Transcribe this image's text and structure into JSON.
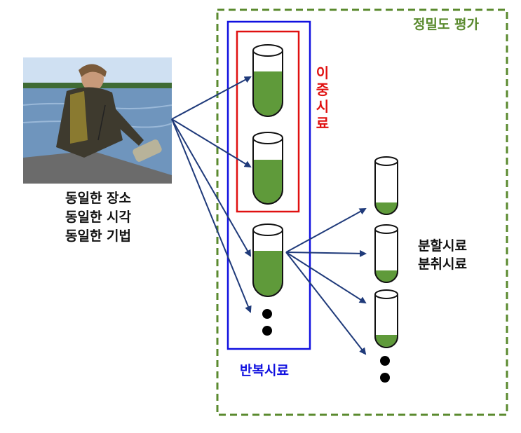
{
  "precision_label": "정밀도 평가",
  "duplicate_label": [
    "이",
    "중",
    "시",
    "료"
  ],
  "replicate_label": "반복시료",
  "split_label": [
    "분할시료",
    "분취시료"
  ],
  "photo_caption": [
    "동일한 장소",
    "동일한 시각",
    "동일한 기법"
  ],
  "colors": {
    "precision_border": "#5a8a2e",
    "precision_text": "#5a8a2e",
    "duplicate_border": "#e01010",
    "replicate_border": "#1010e0",
    "replicate_text": "#1010e0",
    "arrow": "#1f3a7a",
    "sample_fill": "#5f9a3a"
  }
}
